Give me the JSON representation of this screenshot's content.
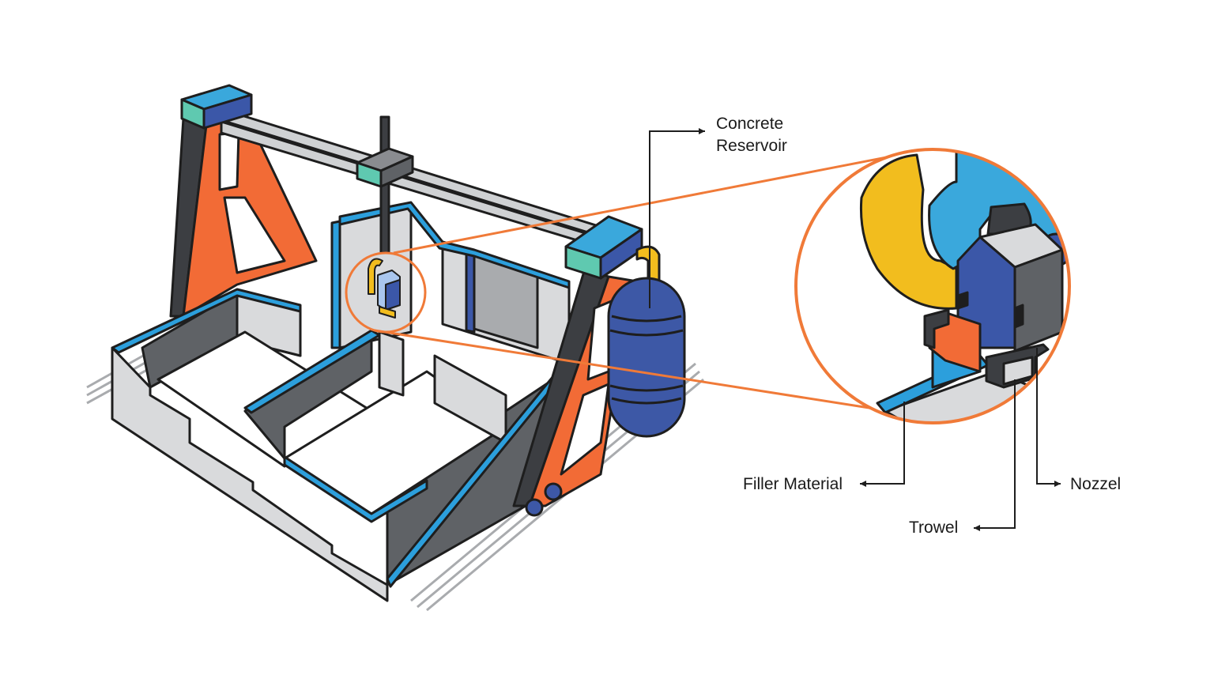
{
  "labels": {
    "reservoir_line1": "Concrete",
    "reservoir_line2": "Reservoir",
    "filler": "Filler Material",
    "nozzle": "Nozzel",
    "trowel": "Trowel"
  },
  "colors": {
    "outline": "#1e1e1e",
    "frame_orange": "#f26b36",
    "wall_light": "#d9dadc",
    "wall_mid": "#a9abae",
    "wall_dark": "#5f6266",
    "edge_blue": "#2c9fdc",
    "deep_blue": "#3b57a8",
    "reservoir_blue": "#3d58a6",
    "block_teal": "#5fc9b0",
    "block_cyan": "#3aa8dc",
    "hose_yellow": "#f2bd1e",
    "rod_grey": "#cfd1d3",
    "callout_orange": "#f07a38"
  },
  "icons": {
    "arrow": "arrow-right-icon"
  }
}
